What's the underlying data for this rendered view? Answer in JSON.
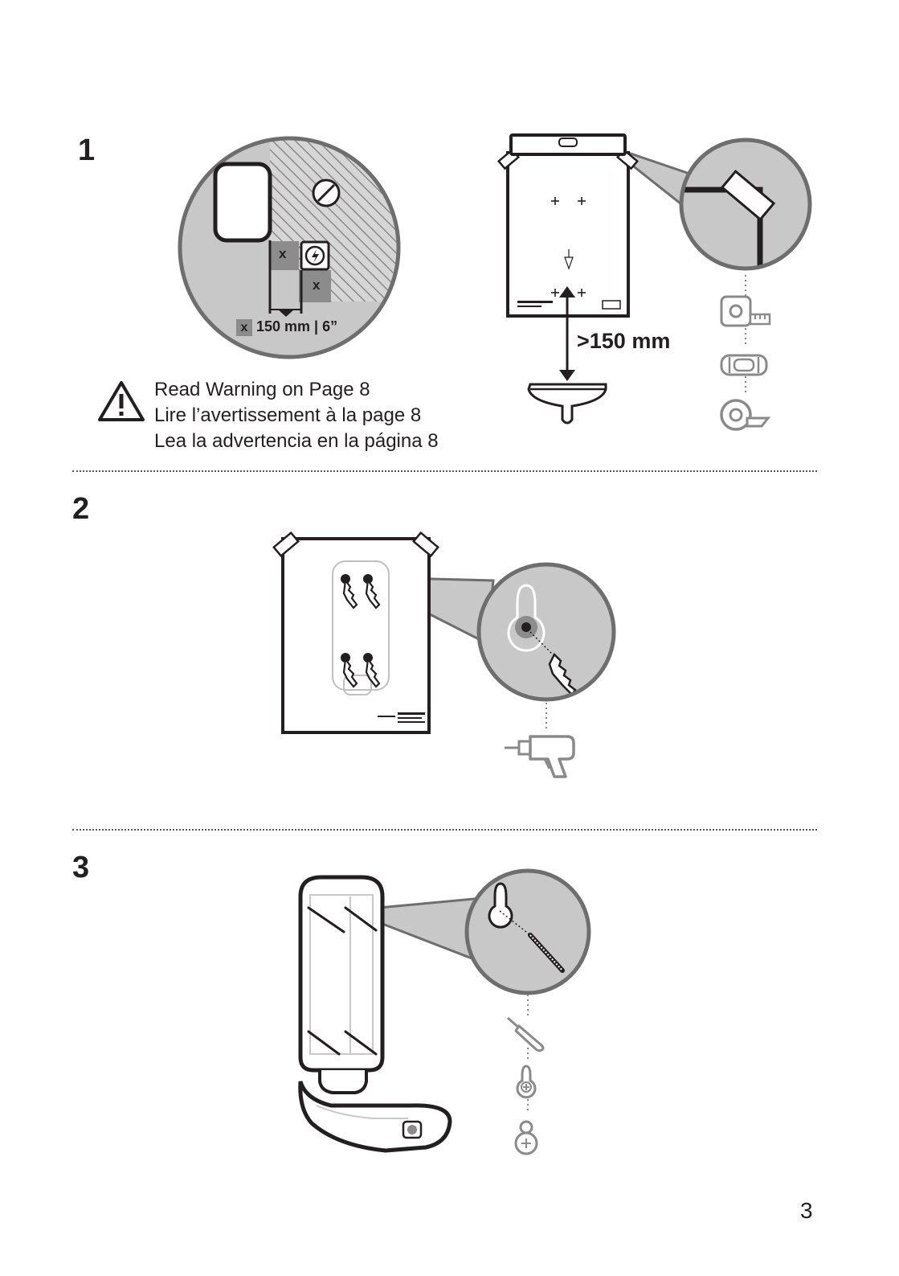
{
  "steps": [
    {
      "number": "1"
    },
    {
      "number": "2"
    },
    {
      "number": "3"
    }
  ],
  "step1": {
    "clearance_marker": "x",
    "zone_marker_1": "x",
    "zone_marker_2": "x",
    "dimension_text": "150 mm | 6”",
    "min_distance": ">150 mm",
    "warning": {
      "en": "Read Warning on Page 8",
      "fr": "Lire l’avertissement à la page 8",
      "es": "Lea la advertencia en la página 8"
    },
    "tools": [
      "tape-measure-icon",
      "spirit-level-icon",
      "adhesive-tape-icon"
    ]
  },
  "step2": {
    "tools": [
      "power-drill-icon"
    ]
  },
  "step3": {
    "tools": [
      "screwdriver-icon",
      "keyhole-slot-icon",
      "screw-head-icon"
    ]
  },
  "page_number": "3",
  "colors": {
    "ink": "#231f20",
    "zoom_fill": "#c8c8c8",
    "zoom_border": "#6e6e6e",
    "hatch": "#8a8a8a",
    "tool_gray": "#8a8a8a"
  }
}
